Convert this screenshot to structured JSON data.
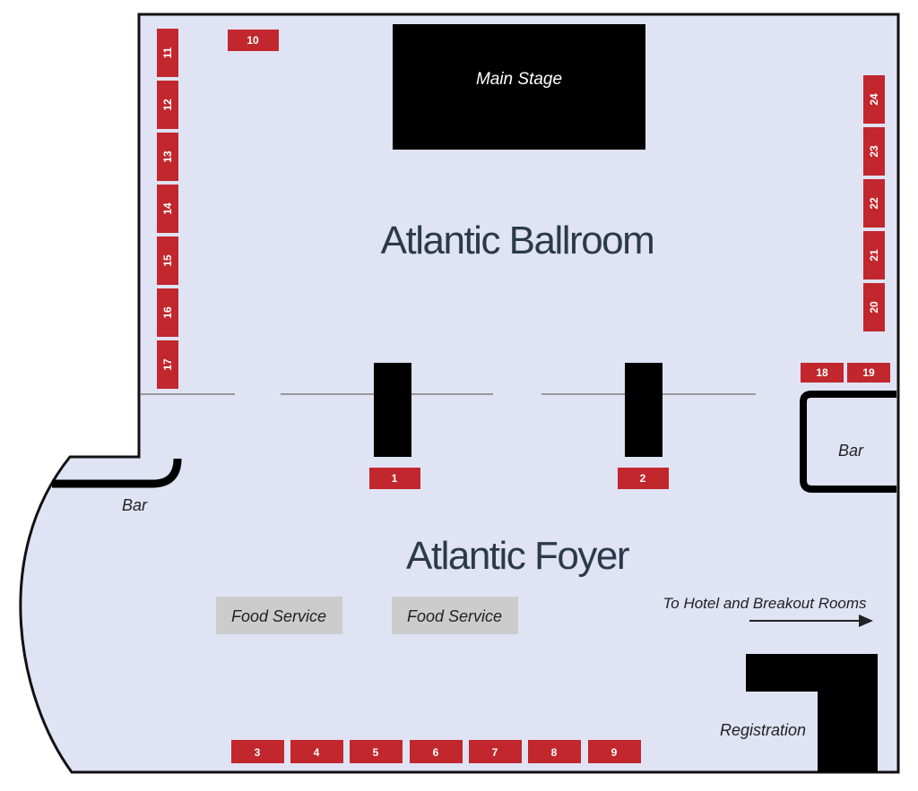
{
  "colors": {
    "floor": "#dfe3f4",
    "walls": "#111111",
    "booth": "#c1272d",
    "food": "#cccccc",
    "title": "#2b3a4a"
  },
  "rooms": {
    "ballroom": "Atlantic Ballroom",
    "foyer": "Atlantic Foyer"
  },
  "labels": {
    "main_stage": "Main Stage",
    "bar_left": "Bar",
    "bar_right": "Bar",
    "food_service_1": "Food Service",
    "food_service_2": "Food Service",
    "directions": "To Hotel and Breakout Rooms",
    "registration": "Registration"
  },
  "booths": {
    "b1": "1",
    "b2": "2",
    "b3": "3",
    "b4": "4",
    "b5": "5",
    "b6": "6",
    "b7": "7",
    "b8": "8",
    "b9": "9",
    "b10": "10",
    "b11": "11",
    "b12": "12",
    "b13": "13",
    "b14": "14",
    "b15": "15",
    "b16": "16",
    "b17": "17",
    "b18": "18",
    "b19": "19",
    "b20": "20",
    "b21": "21",
    "b22": "22",
    "b23": "23",
    "b24": "24"
  }
}
